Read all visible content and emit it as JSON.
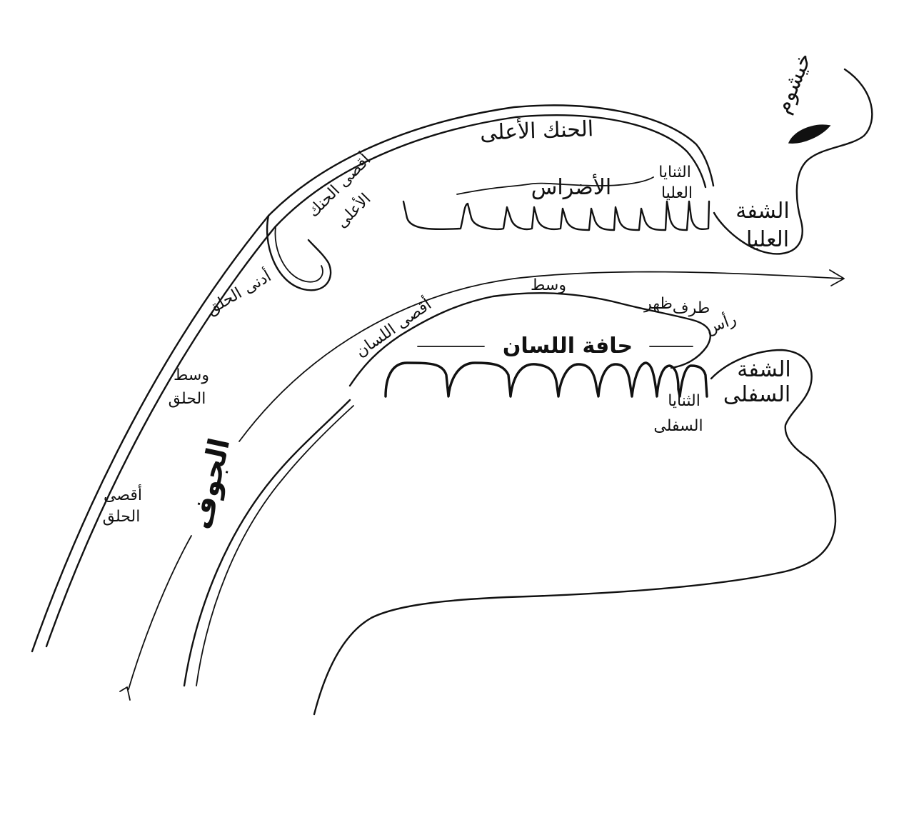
{
  "labels": {
    "nose": "خيشوم",
    "upper_palate": "الحنك الأعلى",
    "far_upper_palate_line1": "أقصى الحنك",
    "far_upper_palate_line2": "الأعلى",
    "molars": "الأضراس",
    "upper_incisors_line1": "الثنايا",
    "upper_incisors_line2": "العليا",
    "upper_lip_line1": "الشفة",
    "upper_lip_line2": "العليا",
    "near_throat": "أدنى الحلق",
    "tongue_middle": "وسط",
    "tongue_tip": "طرف",
    "tongue_back": "ظهر",
    "tongue_head": "رأس",
    "far_tongue": "أقصى اللسان",
    "tongue_edge": "حافة اللسان",
    "lower_lip_line1": "الشفة",
    "lower_lip_line2": "السفلى",
    "mid_throat_line1": "وسط",
    "mid_throat_line2": "الحلق",
    "lower_incisors_line1": "الثنايا",
    "lower_incisors_line2": "السفلى",
    "cavity": "الجوف",
    "far_throat_line1": "أقصى",
    "far_throat_line2": "الحلق"
  }
}
